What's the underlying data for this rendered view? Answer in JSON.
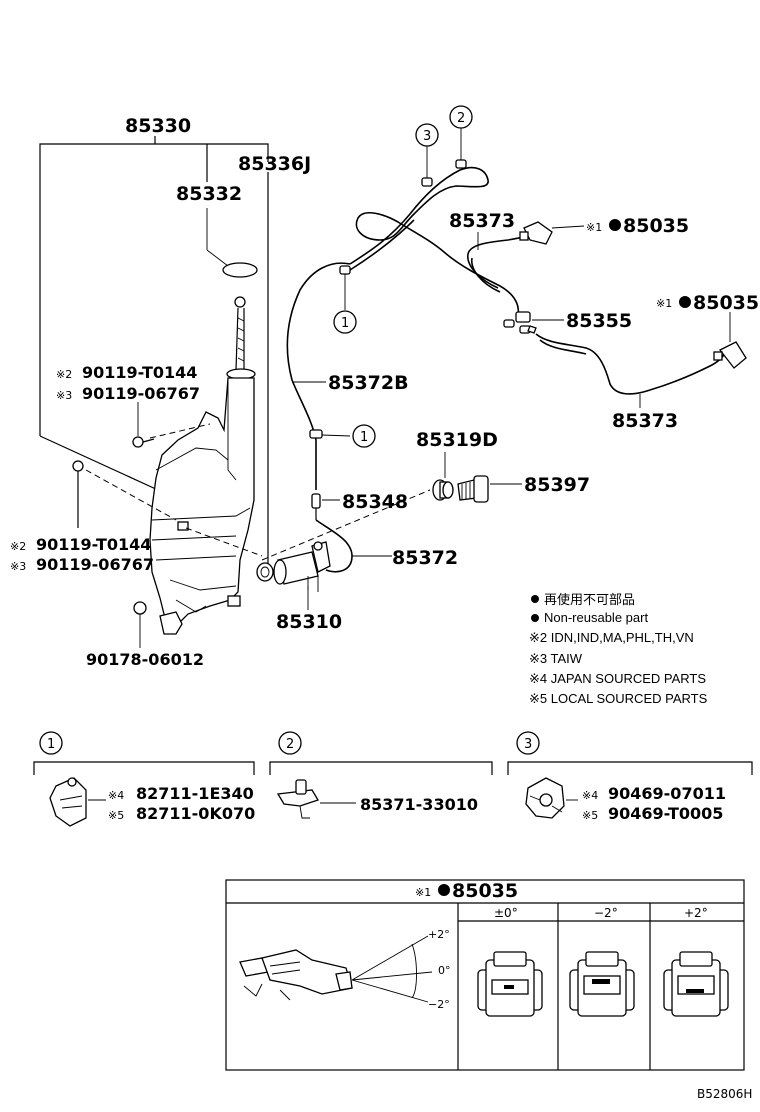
{
  "parts": {
    "p85330": "85330",
    "p85336J": "85336J",
    "p85332": "85332",
    "p85373_top": "85373",
    "p85035_a": "85035",
    "p85035_b": "85035",
    "p85355": "85355",
    "p85372B": "85372B",
    "p85373_bottom": "85373",
    "p85319D": "85319D",
    "p85397": "85397",
    "p85348": "85348",
    "p85372": "85372",
    "p85310": "85310",
    "p90178": "90178-06012",
    "bolt_upper_a": "90119-T0144",
    "bolt_upper_b": "90119-06767",
    "bolt_lower_a": "90119-T0144",
    "bolt_lower_b": "90119-06767"
  },
  "marks": {
    "m1": "※1",
    "m2": "※2",
    "m3": "※3",
    "m4": "※4",
    "m5": "※5"
  },
  "callouts": {
    "c1": "1",
    "c2": "2",
    "c3": "3"
  },
  "legend": {
    "line1": "再使用不可部品",
    "line2": "Non-reusable part",
    "line3": "※2 IDN,IND,MA,PHL,TH,VN",
    "line4": "※3 TAIW",
    "line5": "※4 JAPAN SOURCED PARTS",
    "line6": "※5 LOCAL SOURCED PARTS"
  },
  "details": {
    "d1": {
      "num": "1",
      "a": "82711-1E340",
      "b": "82711-0K070"
    },
    "d2": {
      "num": "2",
      "a": "85371-33010"
    },
    "d3": {
      "num": "3",
      "a": "90469-07011",
      "b": "90469-T0005"
    }
  },
  "nozzle_table": {
    "title": "85035",
    "col1": "±0°",
    "col2": "−2°",
    "col3": "+2°",
    "angle_plus": "+2°",
    "angle_zero": "0°",
    "angle_minus": "−2°"
  },
  "figure_code": "B52806H"
}
